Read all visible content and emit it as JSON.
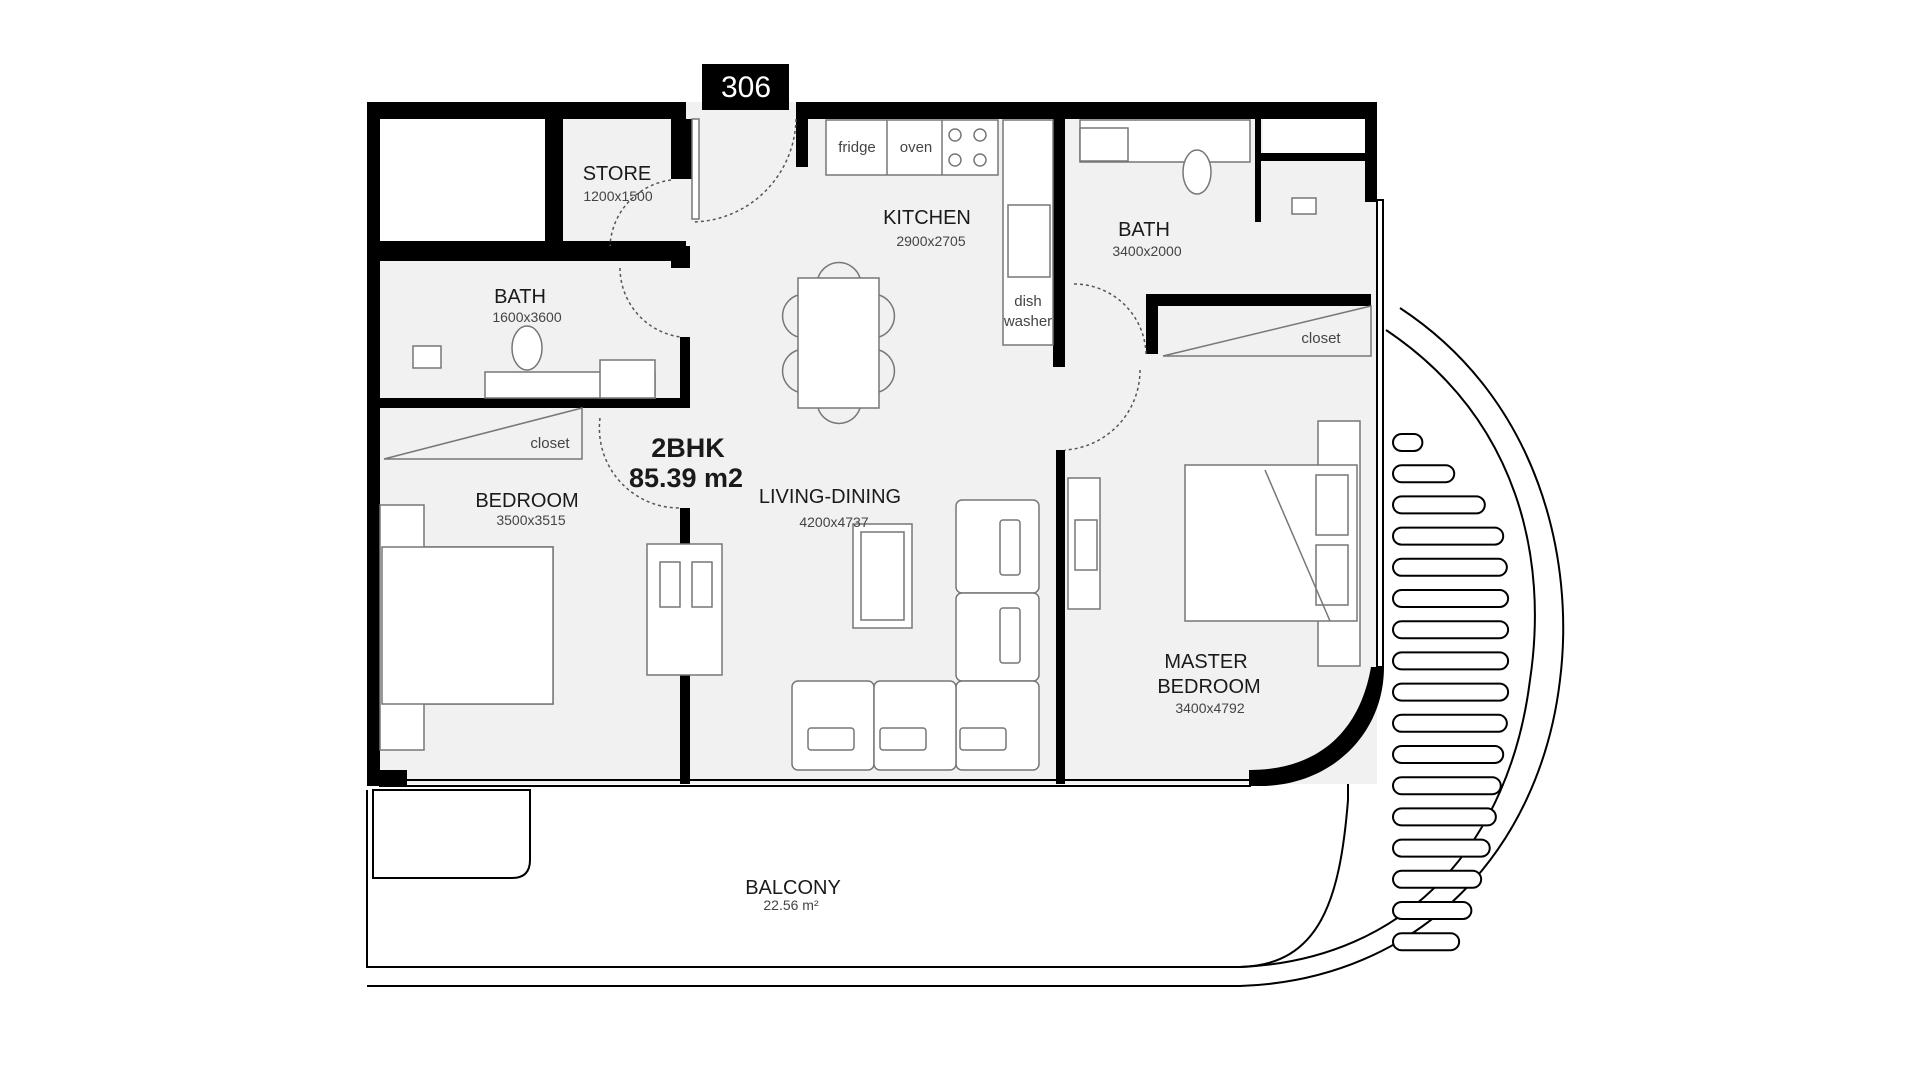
{
  "unit": {
    "number": "306",
    "type": "2BHK",
    "area": "85.39 m2"
  },
  "rooms": {
    "store": {
      "name": "STORE",
      "size": "1200x1500"
    },
    "kitchen": {
      "name": "KITCHEN",
      "size": "2900x2705"
    },
    "bath1": {
      "name": "BATH",
      "size": "1600x3600"
    },
    "bath2": {
      "name": "BATH",
      "size": "3400x2000"
    },
    "bedroom": {
      "name": "BEDROOM",
      "size": "3500x3515"
    },
    "living": {
      "name": "LIVING-DINING",
      "size": "4200x4737"
    },
    "master": {
      "name_line1": "MASTER",
      "name_line2": "BEDROOM",
      "size": "3400x4792"
    },
    "balcony": {
      "name": "BALCONY",
      "size": "22.56 m²"
    }
  },
  "fixtures": {
    "fridge": "fridge",
    "oven": "oven",
    "dish1": "dish",
    "dish2": "washer",
    "closet1": "closet",
    "closet2": "closet"
  }
}
